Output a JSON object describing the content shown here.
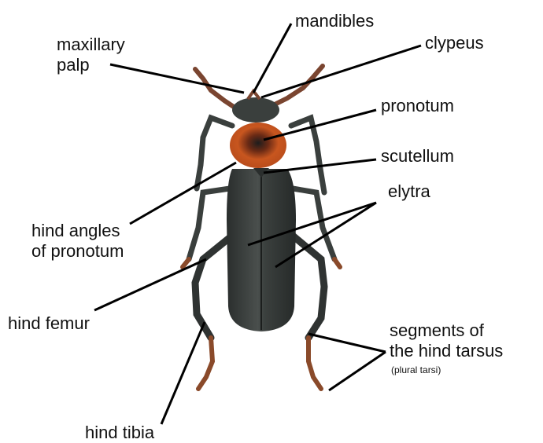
{
  "labels": {
    "mandibles": "mandibles",
    "maxillary_palp": "maxillary\npalp",
    "clypeus": "clypeus",
    "pronotum": "pronotum",
    "scutellum": "scutellum",
    "elytra": "elytra",
    "hind_angles": "hind angles\nof pronotum",
    "hind_femur": "hind femur",
    "hind_tarsus": "segments of\nthe hind tarsus",
    "plural_tarsi": "(plural tarsi)",
    "hind_tibia": "hind tibia"
  },
  "colors": {
    "body": "#2f3332",
    "body_highlight": "#4a4f4d",
    "pronotum": "#c8561f",
    "pronotum_spot": "#1a1a1a",
    "leg_joint": "#8a4a2a",
    "leader_line": "#000000"
  }
}
